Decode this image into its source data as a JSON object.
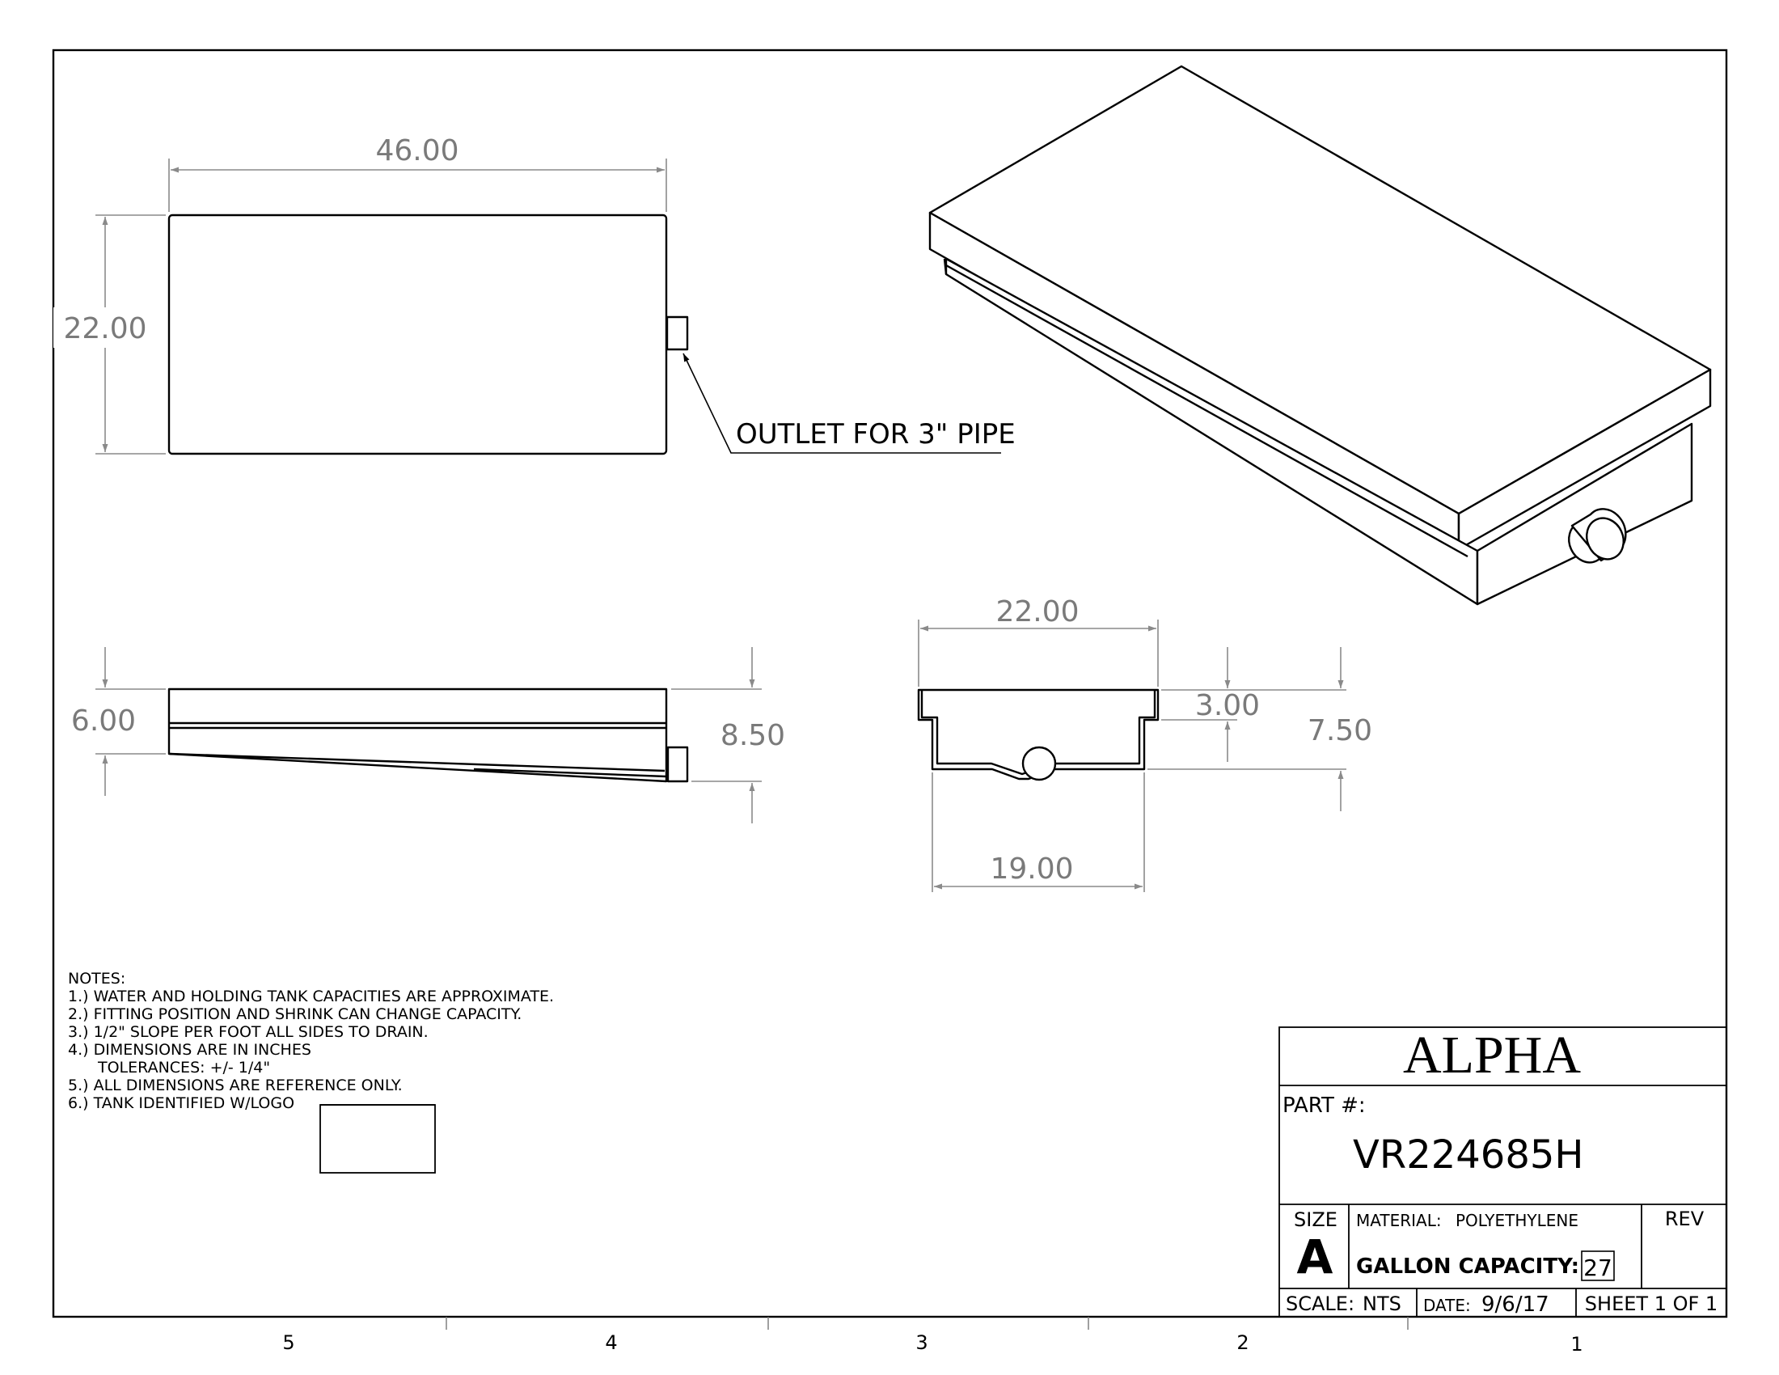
{
  "title_block": {
    "company": "ALPHA",
    "part_label": "PART #:",
    "part_number": "VR224685H",
    "size_label": "SIZE",
    "size_value": "A",
    "material_label": "MATERIAL:",
    "material_value": "POLYETHYLENE",
    "rev_label": "REV",
    "gallon_label": "GALLON CAPACITY:",
    "gallon_value": "27",
    "scale_label": "SCALE:",
    "scale_value": "NTS",
    "date_label": "DATE:",
    "date_value": "9/6/17",
    "sheet": "SHEET 1 OF 1"
  },
  "dimensions": {
    "top_length": "46.00",
    "top_width": "22.00",
    "side_front_height": "6.00",
    "side_back_height": "8.50",
    "end_top_width": "22.00",
    "end_step": "3.00",
    "end_total_height": "7.50",
    "end_bottom_width": "19.00"
  },
  "callout": {
    "outlet": "OUTLET FOR 3\" PIPE"
  },
  "notes": {
    "heading": "NOTES:",
    "n1": "1.) WATER AND HOLDING TANK CAPACITIES ARE APPROXIMATE.",
    "n2": "2.) FITTING POSITION AND SHRINK CAN CHANGE CAPACITY.",
    "n3": "3.) 1/2\" SLOPE PER FOOT ALL SIDES TO DRAIN.",
    "n4": "4.) DIMENSIONS ARE IN INCHES",
    "n4b": "TOLERANCES: +/- 1/4\"",
    "n5": "5.) ALL DIMENSIONS ARE REFERENCE ONLY.",
    "n6": "6.) TANK IDENTIFIED W/LOGO"
  },
  "zones": {
    "z5": "5",
    "z4": "4",
    "z3": "3",
    "z2": "2",
    "z1": "1"
  }
}
